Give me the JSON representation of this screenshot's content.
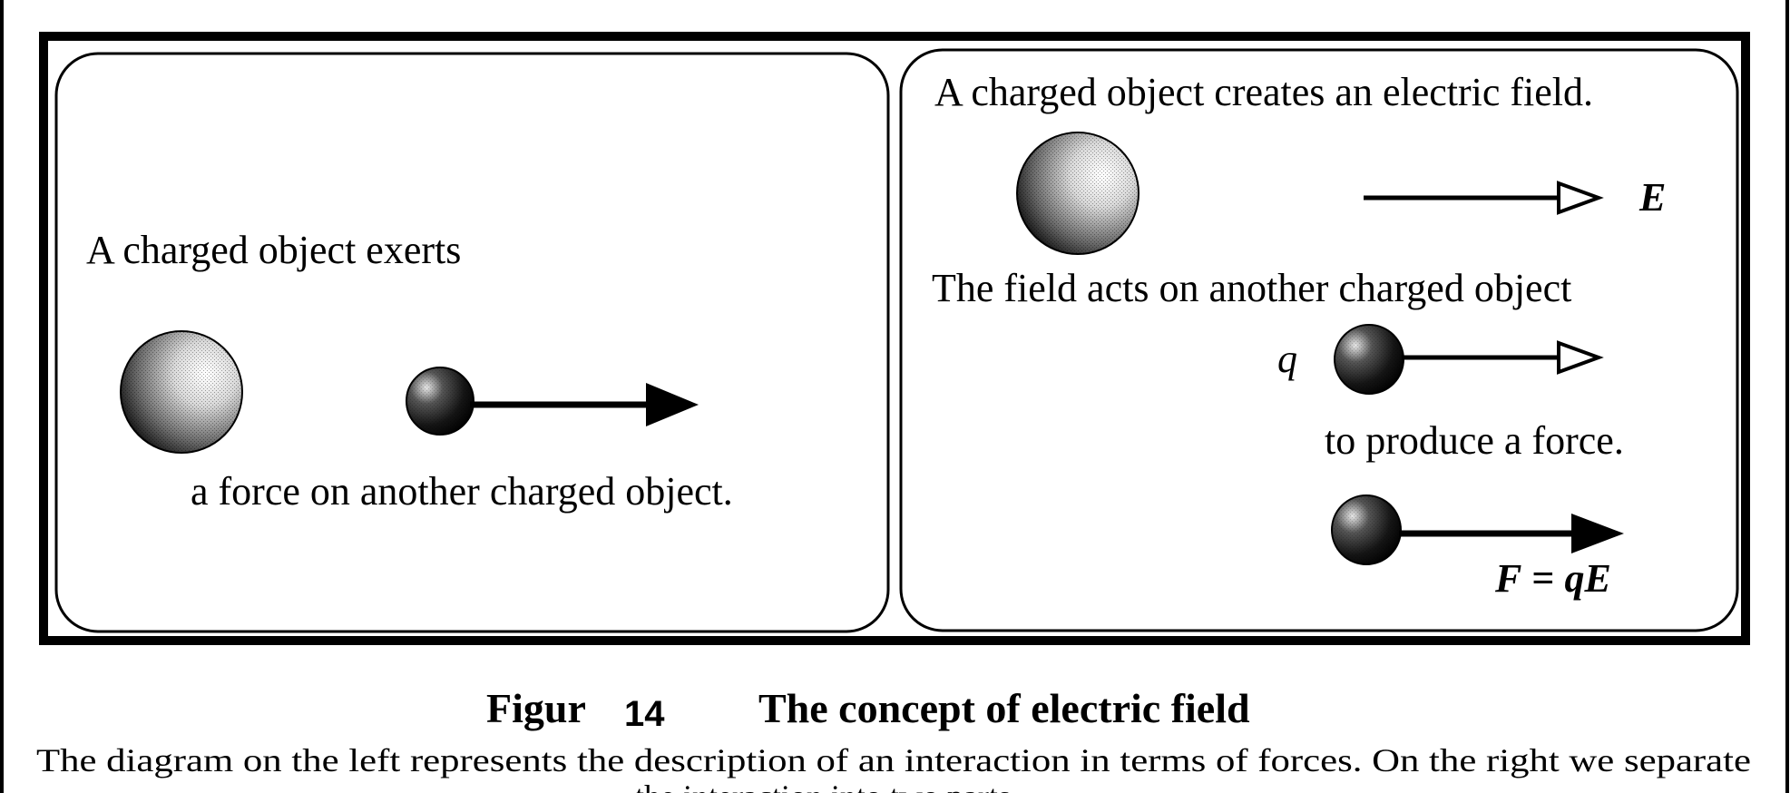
{
  "left_panel": {
    "text_top": "A charged object exerts",
    "text_bottom": "a force on another charged object."
  },
  "right_panel": {
    "text_line1": "A charged object creates an electric field.",
    "field_label": "E",
    "text_line2": "The field acts on another charged object",
    "charge_label": "q",
    "text_line3": "to produce a force.",
    "force_label_F": "F",
    "force_label_eq": " = ",
    "force_label_q": "q",
    "force_label_E": "E"
  },
  "caption": {
    "figure_word": "Figur",
    "figure_number": "14",
    "title": "The concept of electric field",
    "body": "The diagram on the left represents the description of an interaction in terms of forces.  On the right we separate",
    "body_cut": "the interaction into two parts."
  }
}
